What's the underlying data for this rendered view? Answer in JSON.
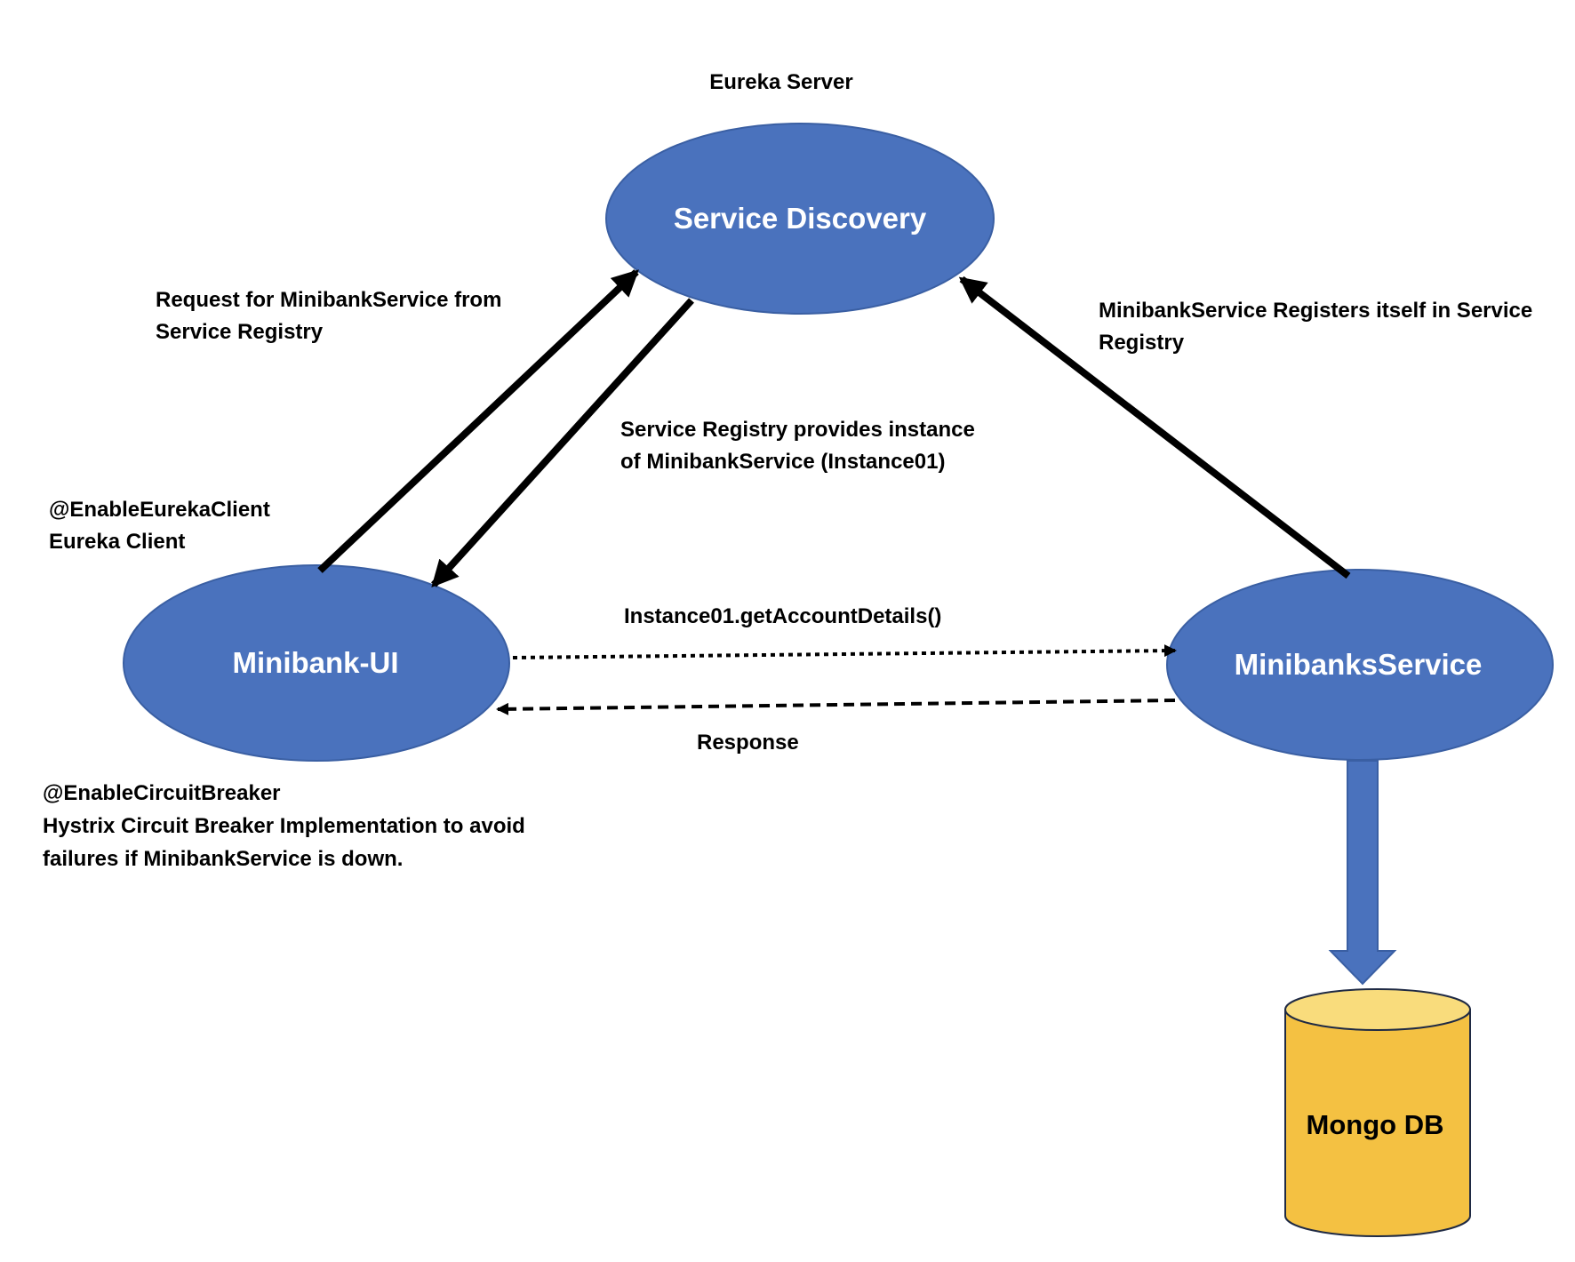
{
  "nodes": {
    "service_discovery": "Service Discovery",
    "minibank_ui": "Minibank-UI",
    "minibanks_service": "MinibanksService",
    "mongo_db": "Mongo DB"
  },
  "labels": {
    "eureka_server": "Eureka Server",
    "request_line1": "Request for MinibankService from",
    "request_line2": "Service Registry",
    "provides_line1": "Service Registry provides instance",
    "provides_line2": "of MinibankService (Instance01)",
    "registers_line1": "MinibankService Registers itself in Service",
    "registers_line2": "Registry",
    "eureka_client_line1": "@EnableEurekaClient",
    "eureka_client_line2": "Eureka Client",
    "call": "Instance01.getAccountDetails()",
    "response": "Response",
    "circuit_line1": "@EnableCircuitBreaker",
    "circuit_line2": "Hystrix Circuit Breaker Implementation to avoid",
    "circuit_line3": "failures if MinibankService is down."
  },
  "colors": {
    "node_fill": "#4A72BD",
    "db_fill": "#F4C142",
    "db_top": "#F9DC7C",
    "arrow": "#000000"
  }
}
